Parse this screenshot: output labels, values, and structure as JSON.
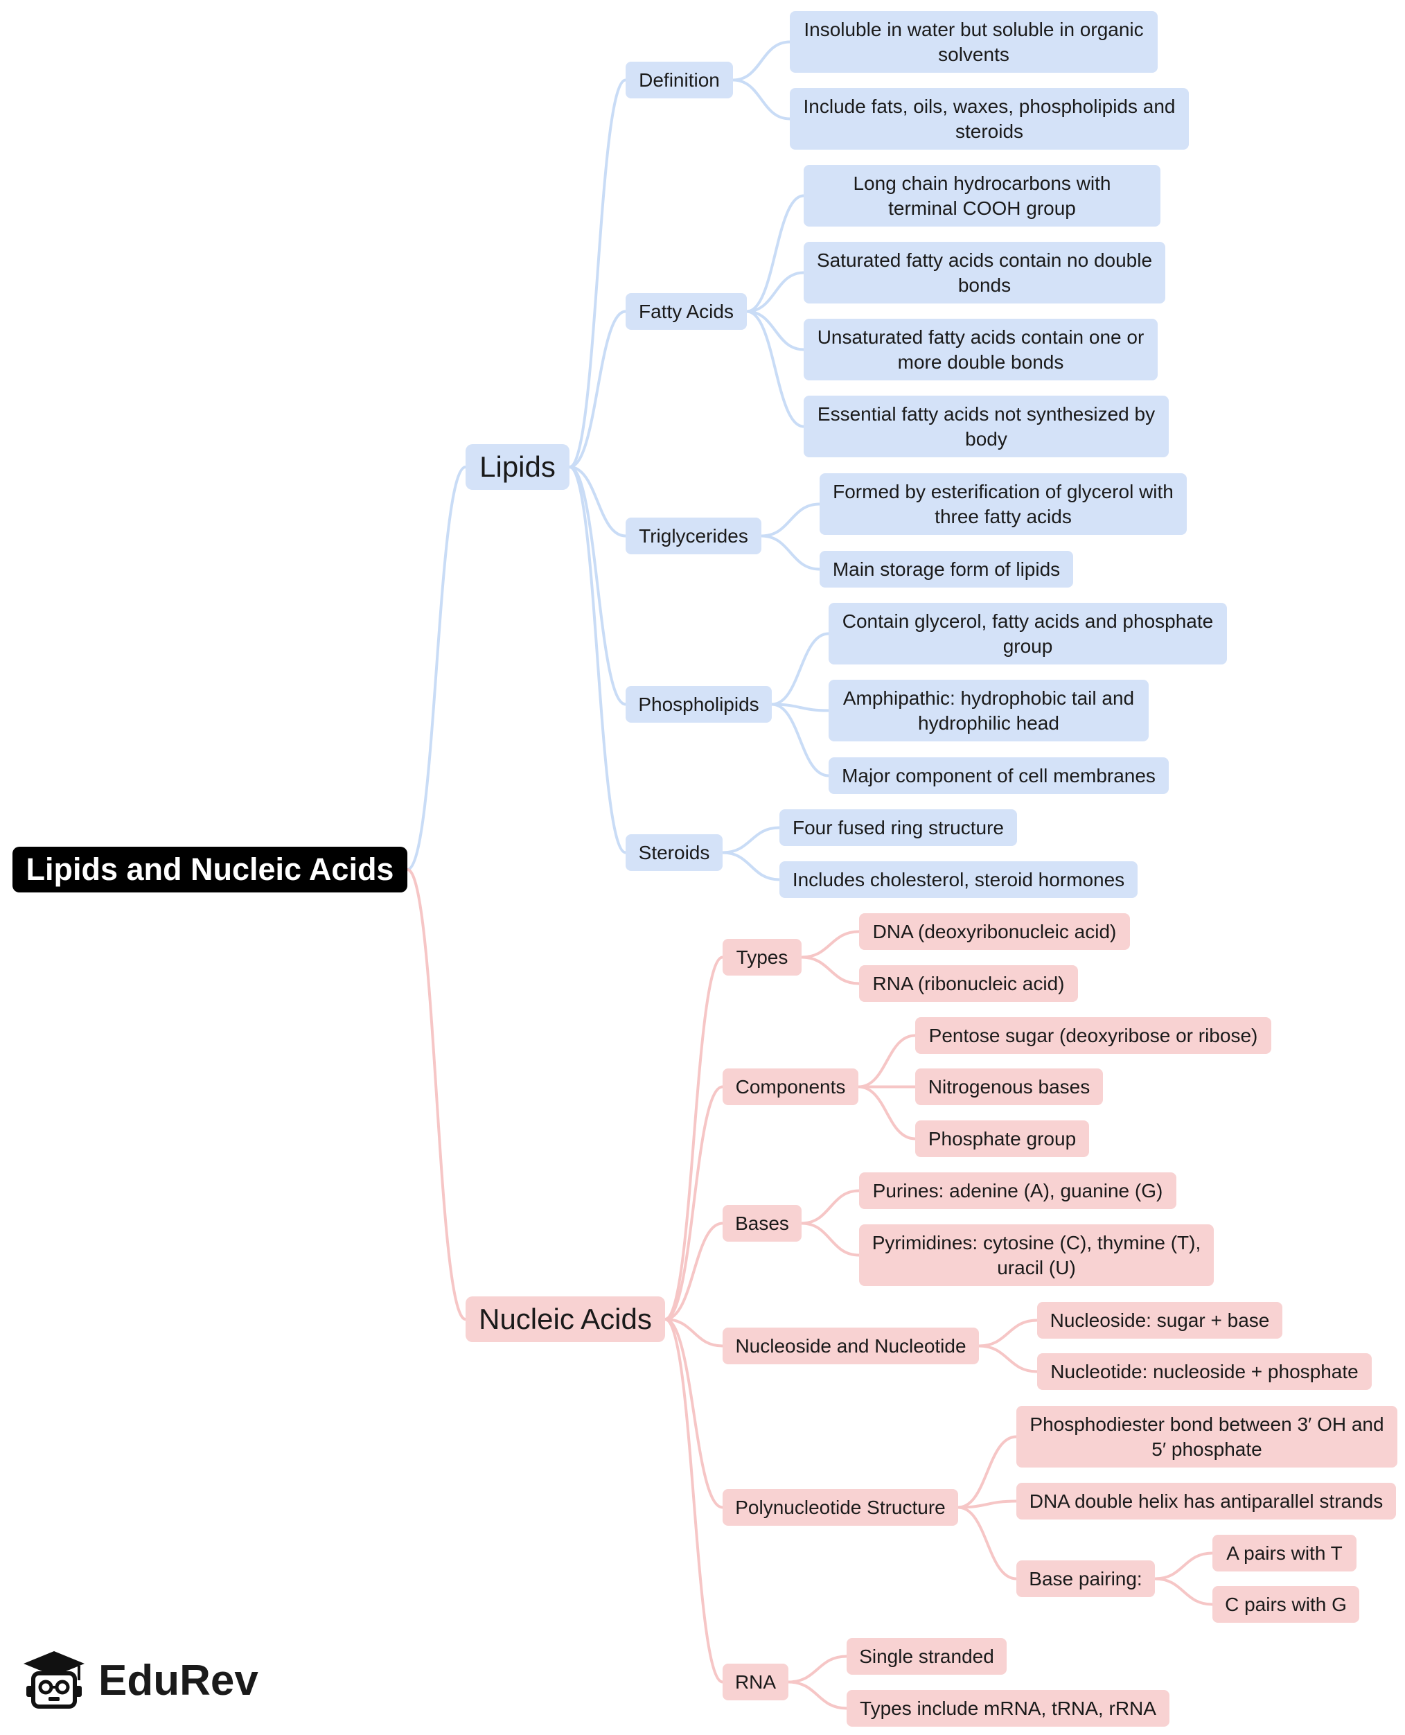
{
  "root": {
    "label": "Lipids and Nucleic Acids"
  },
  "colors": {
    "lipids_fill": "#d4e2f8",
    "lipids_line": "#c9dcf6",
    "nucleic_fill": "#f8d2d2",
    "nucleic_line": "#f6c6c6",
    "root_fill": "#000000"
  },
  "lipids": {
    "label": "Lipids",
    "definition": {
      "label": "Definition",
      "items": [
        "Insoluble in water but soluble in organic solvents",
        "Include fats, oils, waxes, phospholipids and steroids"
      ]
    },
    "fatty_acids": {
      "label": "Fatty Acids",
      "items": [
        "Long chain hydrocarbons with terminal COOH group",
        "Saturated fatty acids contain no double bonds",
        "Unsaturated fatty acids contain one or more double bonds",
        "Essential fatty acids not synthesized by body"
      ]
    },
    "triglycerides": {
      "label": "Triglycerides",
      "items": [
        "Formed by esterification of glycerol with three fatty acids",
        "Main storage form of lipids"
      ]
    },
    "phospholipids": {
      "label": "Phospholipids",
      "items": [
        "Contain glycerol, fatty acids and phosphate group",
        "Amphipathic: hydrophobic tail and hydrophilic head",
        "Major component of cell membranes"
      ]
    },
    "steroids": {
      "label": "Steroids",
      "items": [
        "Four fused ring structure",
        "Includes cholesterol, steroid hormones"
      ]
    }
  },
  "nucleic": {
    "label": "Nucleic Acids",
    "types": {
      "label": "Types",
      "items": [
        "DNA (deoxyribonucleic acid)",
        "RNA (ribonucleic acid)"
      ]
    },
    "components": {
      "label": "Components",
      "items": [
        "Pentose sugar (deoxyribose or ribose)",
        "Nitrogenous bases",
        "Phosphate group"
      ]
    },
    "bases": {
      "label": "Bases",
      "items": [
        "Purines: adenine (A), guanine (G)",
        "Pyrimidines: cytosine (C), thymine (T), uracil (U)"
      ]
    },
    "nucleoside": {
      "label": "Nucleoside and Nucleotide",
      "items": [
        "Nucleoside: sugar + base",
        "Nucleotide: nucleoside + phosphate"
      ]
    },
    "polynucleotide": {
      "label": "Polynucleotide Structure",
      "items": [
        "Phosphodiester bond between 3′ OH and 5′ phosphate",
        "DNA double helix has antiparallel strands"
      ],
      "base_pairing": {
        "label": "Base pairing:",
        "items": [
          "A pairs with T",
          "C pairs with G"
        ]
      }
    },
    "rna": {
      "label": "RNA",
      "items": [
        "Single stranded",
        "Types include mRNA, tRNA, rRNA"
      ]
    }
  },
  "logo": {
    "text": "EduRev",
    "icon": "graduation-cap-mascot-icon"
  }
}
